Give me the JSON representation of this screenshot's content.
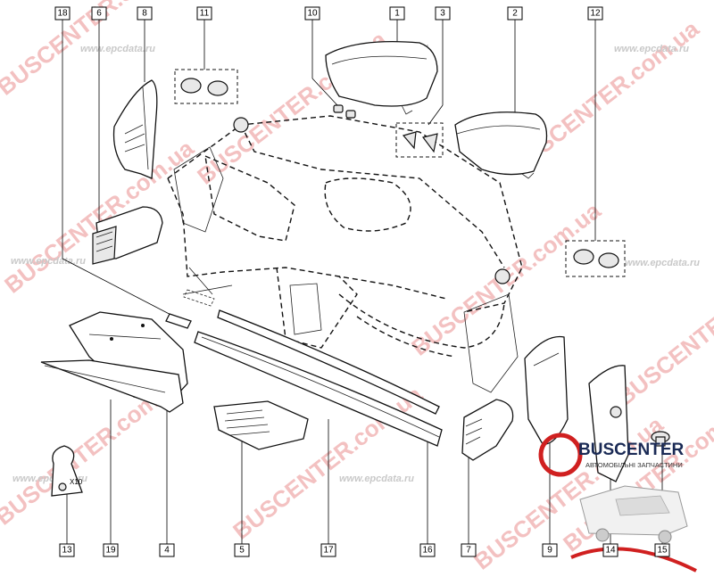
{
  "watermarks": {
    "buscenter": "BUSCENTER.com.ua",
    "epc": "www.epcdata.ru",
    "epc_short": "www.epcdata.ru"
  },
  "logo": {
    "name": "BUSCENTER",
    "subtitle": "АВТОМОБІЛЬНІ ЗАПЧАСТИНИ"
  },
  "quantity_note": "X10",
  "part_labels": [
    "1",
    "2",
    "3",
    "4",
    "5",
    "6",
    "7",
    "8",
    "9",
    "10",
    "11",
    "12",
    "13",
    "14",
    "15",
    "16",
    "17",
    "18",
    "19"
  ]
}
